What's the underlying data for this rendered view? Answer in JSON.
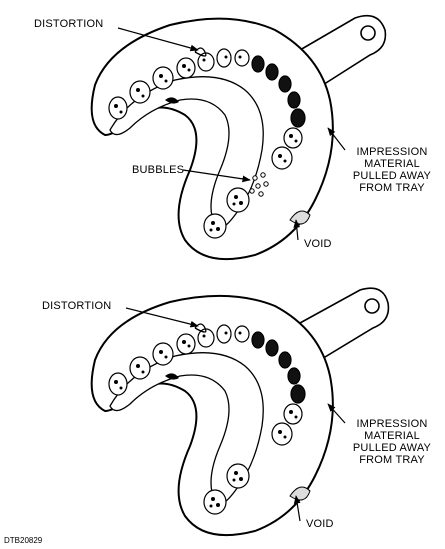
{
  "figures": [
    {
      "labels": {
        "distortion": "DISTORTION",
        "bubbles": "BUBBLES",
        "pulled_away": "IMPRESSION\nMATERIAL\nPULLED AWAY\nFROM TRAY",
        "void": "VOID"
      }
    },
    {
      "labels": {
        "distortion": "DISTORTION",
        "pulled_away": "IMPRESSION\nMATERIAL\nPULLED AWAY\nFROM TRAY",
        "void": "VOID"
      }
    }
  ],
  "figure_id": "DTB20829"
}
